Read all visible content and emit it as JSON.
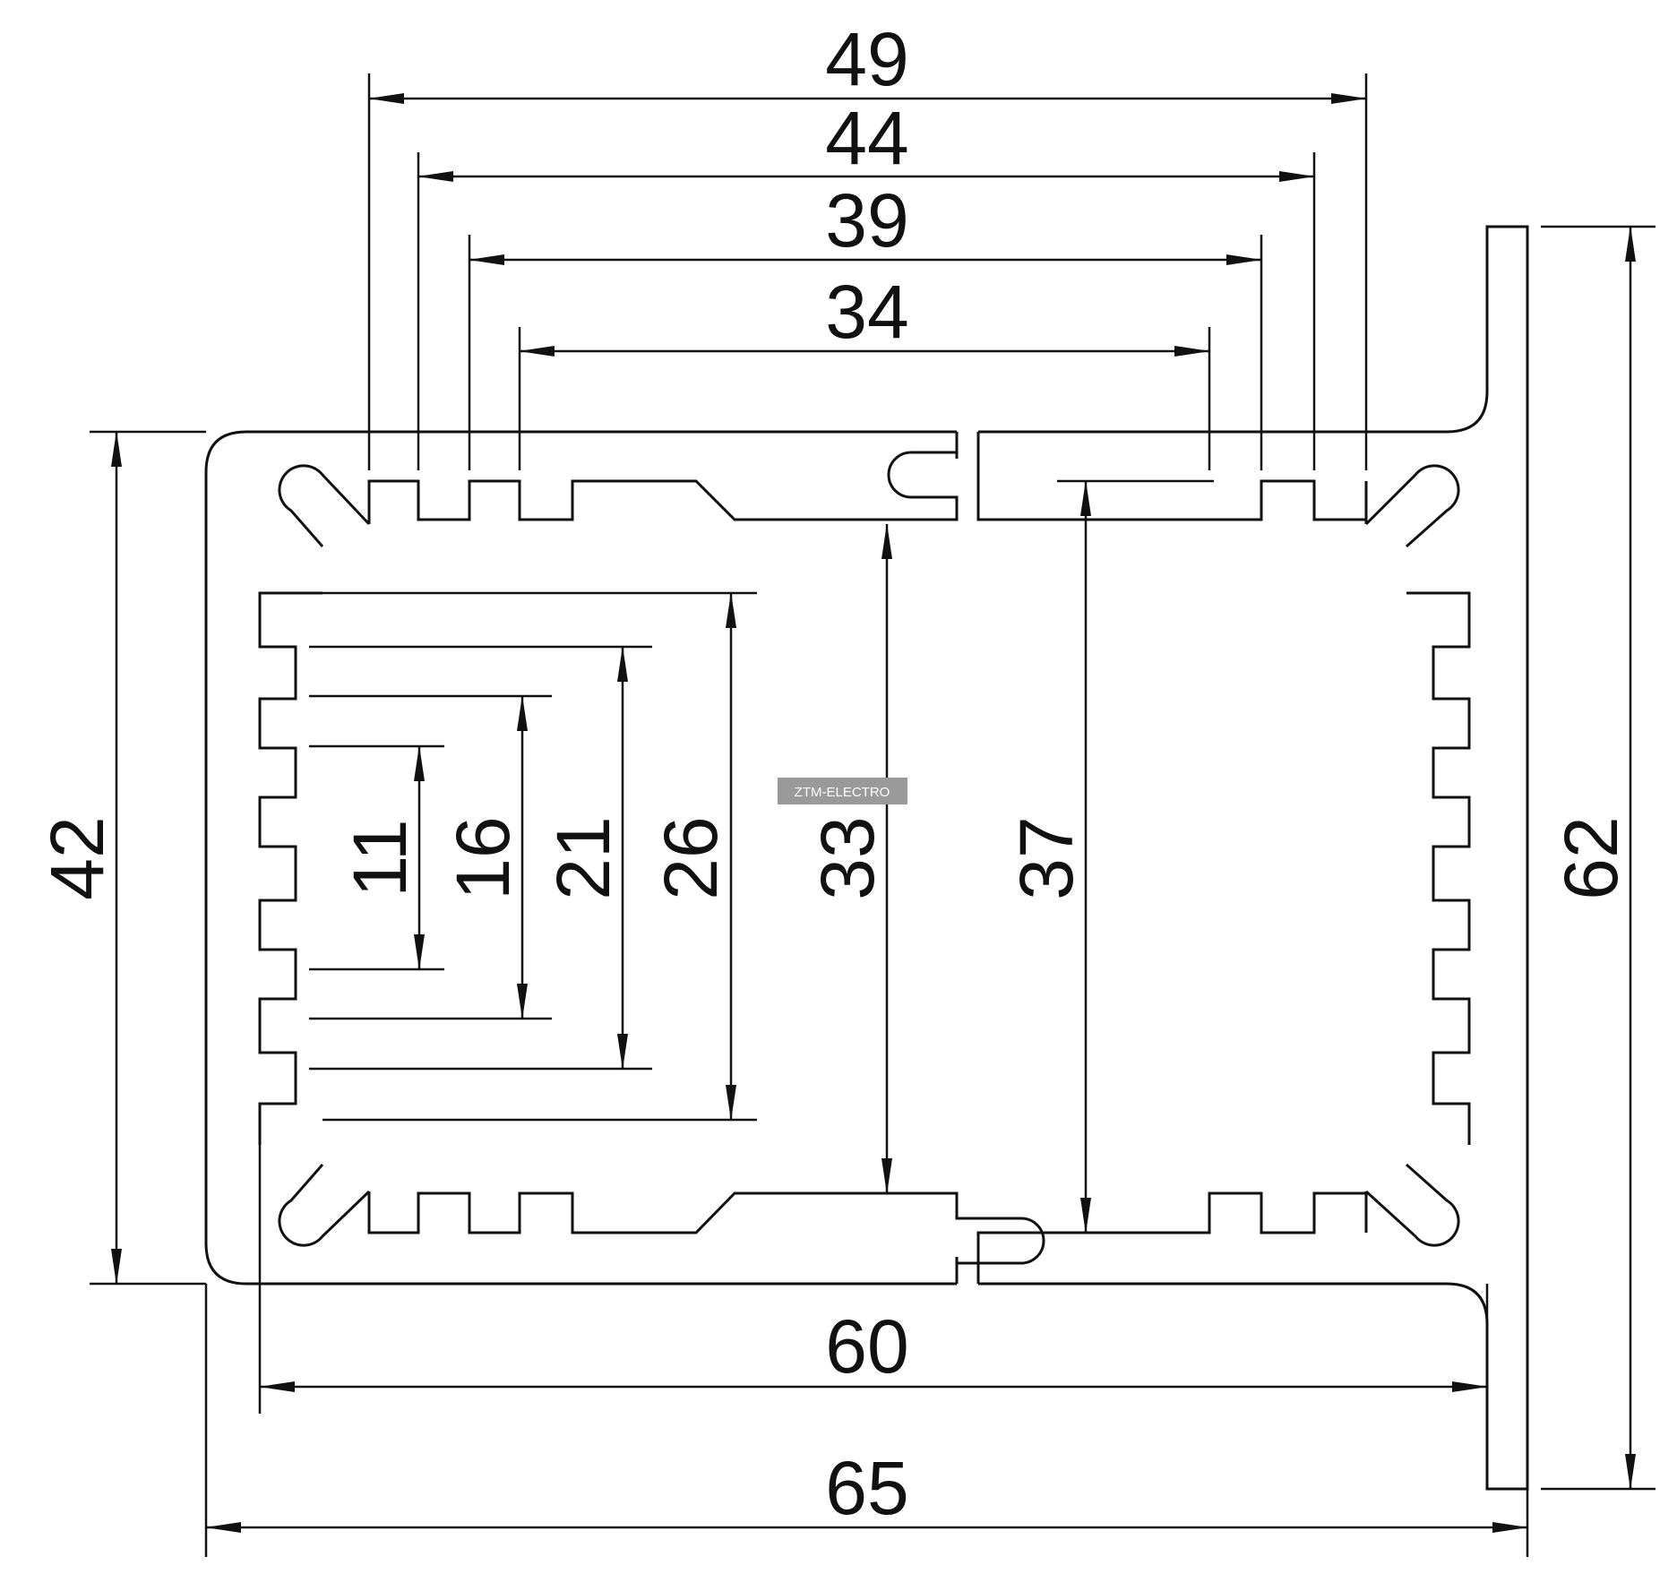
{
  "watermark": "ZTM-ELECTRO",
  "colors": {
    "line": "#111111",
    "background": "#ffffff",
    "watermark_bg": "#9a9a9a"
  },
  "dimensions": {
    "top_49": "49",
    "top_44": "44",
    "top_39": "39",
    "top_34": "34",
    "left_42": "42",
    "right_62": "62",
    "inner_11": "11",
    "inner_16": "16",
    "inner_21": "21",
    "inner_26": "26",
    "inner_33": "33",
    "inner_37": "37",
    "bottom_60": "60",
    "bottom_65": "65"
  }
}
